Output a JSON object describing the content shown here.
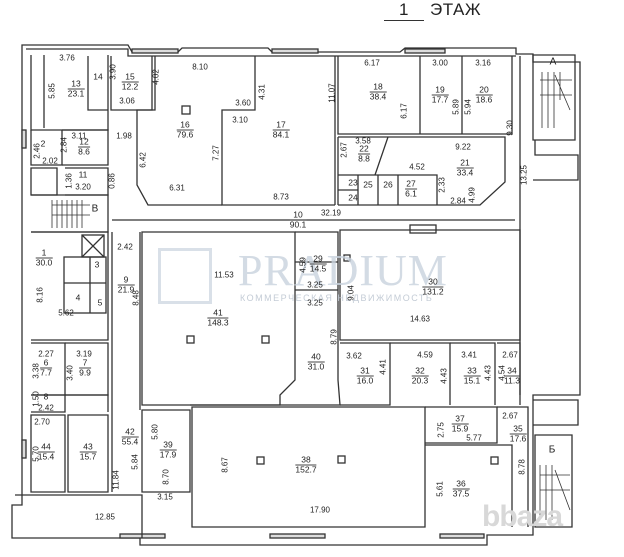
{
  "title": {
    "floor_number": "1",
    "floor_word": "ЭТАЖ"
  },
  "watermark": {
    "brand": "PRADIUM",
    "subtitle": "КОММЕРЧЕСКАЯ НЕДВИЖИМОСТЬ",
    "corner": "bbaza"
  },
  "stairs": {
    "a": "А",
    "b": "Б",
    "c": "В"
  },
  "rooms": [
    {
      "id": "1",
      "area": "30.0"
    },
    {
      "id": "2",
      "area": ""
    },
    {
      "id": "3",
      "area": ""
    },
    {
      "id": "4",
      "area": ""
    },
    {
      "id": "5",
      "area": ""
    },
    {
      "id": "6",
      "area": "7.7"
    },
    {
      "id": "7",
      "area": "9.9"
    },
    {
      "id": "8",
      "area": ""
    },
    {
      "id": "9",
      "area": "21.9"
    },
    {
      "id": "10",
      "area": "90.1"
    },
    {
      "id": "11",
      "area": ""
    },
    {
      "id": "12",
      "area": "8.6"
    },
    {
      "id": "13",
      "area": "23.1"
    },
    {
      "id": "14",
      "area": ""
    },
    {
      "id": "15",
      "area": "12.2"
    },
    {
      "id": "16",
      "area": "79.6"
    },
    {
      "id": "17",
      "area": "84.1"
    },
    {
      "id": "18",
      "area": "38.4"
    },
    {
      "id": "19",
      "area": "17.7"
    },
    {
      "id": "20",
      "area": "18.6"
    },
    {
      "id": "21",
      "area": "33.4"
    },
    {
      "id": "22",
      "area": "8.8"
    },
    {
      "id": "23",
      "area": ""
    },
    {
      "id": "24",
      "area": ""
    },
    {
      "id": "25",
      "area": ""
    },
    {
      "id": "26",
      "area": ""
    },
    {
      "id": "27",
      "area": "6.1"
    },
    {
      "id": "29",
      "area": "14.5"
    },
    {
      "id": "30",
      "area": "131.2"
    },
    {
      "id": "31",
      "area": "16.0"
    },
    {
      "id": "32",
      "area": "20.3"
    },
    {
      "id": "33",
      "area": "15.1"
    },
    {
      "id": "34",
      "area": "11.3"
    },
    {
      "id": "35",
      "area": "17.6"
    },
    {
      "id": "36",
      "area": "37.5"
    },
    {
      "id": "37",
      "area": "15.9"
    },
    {
      "id": "38",
      "area": "152.7"
    },
    {
      "id": "39",
      "area": "17.9"
    },
    {
      "id": "40",
      "area": "31.0"
    },
    {
      "id": "41",
      "area": "148.3"
    },
    {
      "id": "42",
      "area": "55.4"
    },
    {
      "id": "43",
      "area": "15.7"
    },
    {
      "id": "44",
      "area": "15.4"
    }
  ],
  "dimensions": {
    "d376": "3.76",
    "d585": "5.85",
    "d390": "3.90",
    "d402": "4.02",
    "d306": "3.06",
    "d810": "8.10",
    "d431": "4.31",
    "d360": "3.60",
    "d310": "3.10",
    "d727": "7.27",
    "d642": "6.42",
    "d631": "6.31",
    "d873": "8.73",
    "d1107": "11.07",
    "d617a": "6.17",
    "d617b": "6.17",
    "d300": "3.00",
    "d316": "3.16",
    "d589": "5.89",
    "d594": "5.94",
    "d930": "9.30",
    "d358": "3.58",
    "d267": "2.67",
    "d922": "9.22",
    "d452": "4.52",
    "d233": "2.33",
    "d284": "2.84",
    "d499": "4.99",
    "d1325": "13.25",
    "d3219": "32.19",
    "d311": "3.11",
    "d198": "1.98",
    "d246": "2.46",
    "d284b": "2.84",
    "d202": "2.02",
    "d136": "1.36",
    "d320": "3.20",
    "d086": "0.86",
    "d242": "2.42",
    "d1153": "11.53",
    "d816": "8.16",
    "d848": "8.48",
    "d562": "5.62",
    "d459": "4.59",
    "d325a": "3.25",
    "d325b": "3.25",
    "d879": "8.79",
    "d904": "9.04",
    "d1463": "14.63",
    "d362": "3.62",
    "d441": "4.41",
    "d459b": "4.59",
    "d443": "4.43",
    "d341": "3.41",
    "d443b": "4.43",
    "d267b": "2.67",
    "d454": "4.54",
    "d227": "2.27",
    "d338": "3.38",
    "d319": "3.19",
    "d340": "3.40",
    "d150": "1.50",
    "d242b": "2.42",
    "d270": "2.70",
    "d570": "5.70",
    "d1184": "11.84",
    "d584": "5.84",
    "d580": "5.80",
    "d870": "8.70",
    "d315": "3.15",
    "d1285": "12.85",
    "d867": "8.67",
    "d1790": "17.90",
    "d275": "2.75",
    "d577": "5.77",
    "d267c": "2.67",
    "d561": "5.61",
    "d878": "8.78"
  }
}
